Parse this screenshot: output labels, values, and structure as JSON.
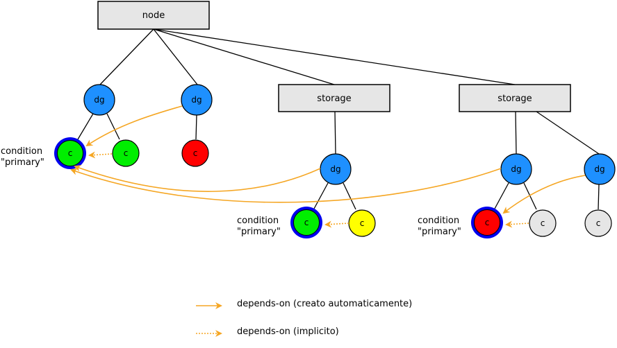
{
  "colors": {
    "rect_fill": "#e6e6e6",
    "dg": "#1e90ff",
    "c_green": "#00ee00",
    "c_red": "#ff0000",
    "c_yellow": "#ffff00",
    "c_gray": "#e6e6e6",
    "primary_ring": "#0000ee",
    "arrow": "#f5a623"
  },
  "nodes": {
    "root": "node",
    "storage_1": "storage",
    "storage_2": "storage",
    "dg": "dg",
    "c": "c"
  },
  "annotations": {
    "condition_line1": "condition",
    "condition_line2": "\"primary\""
  },
  "legend": {
    "solid": "depends-on  (creato automaticamente)",
    "dotted": "depends-on  (implicito)"
  }
}
